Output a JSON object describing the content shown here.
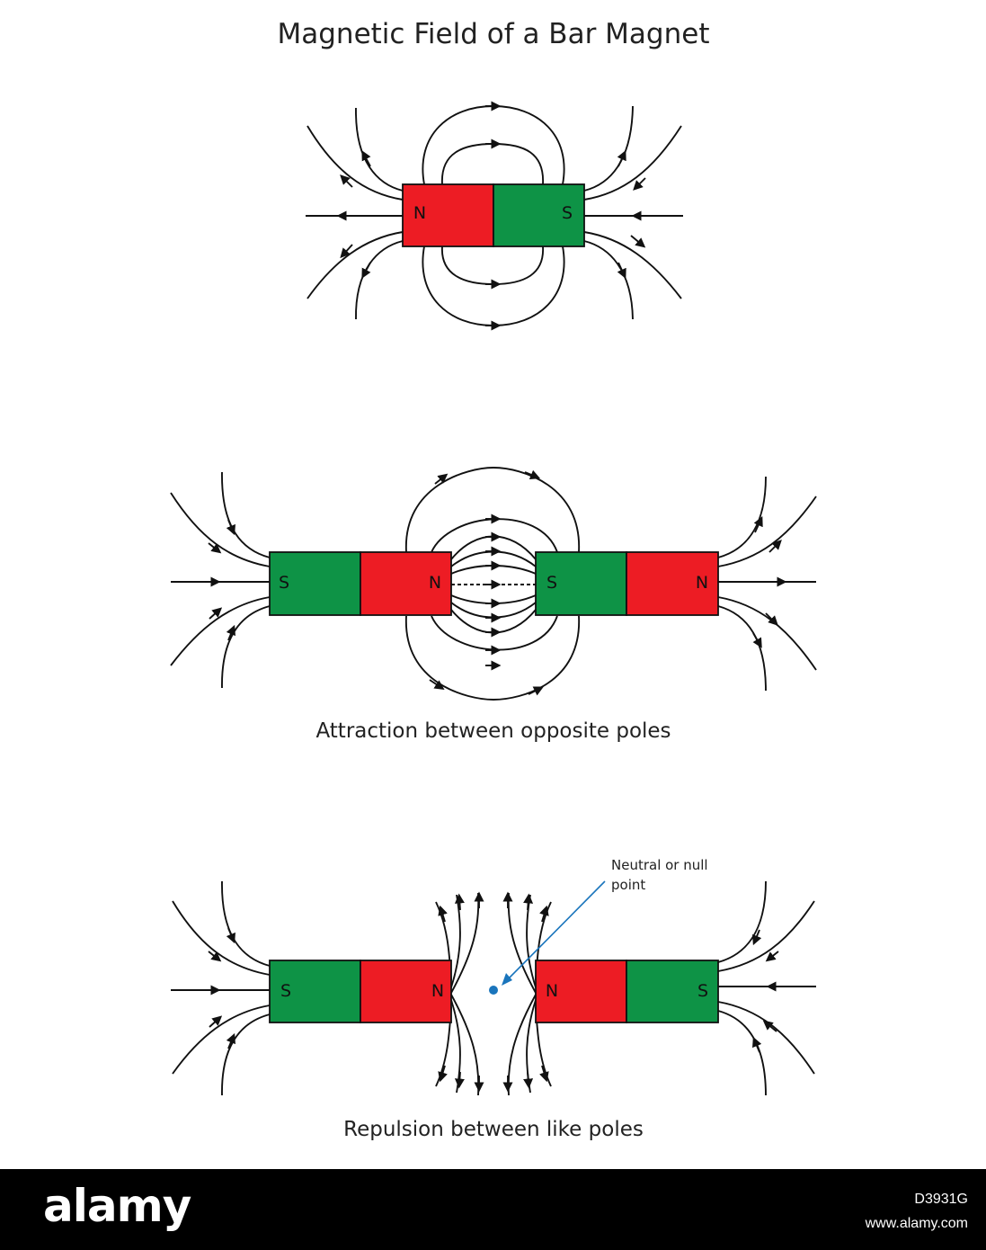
{
  "title": "Magnetic Field of a Bar Magnet",
  "colors": {
    "north": "#ED1C24",
    "south": "#0E9346",
    "null_point": "#1A75BC",
    "line": "#111111"
  },
  "diagram_single": {
    "labels": {
      "left": "N",
      "right": "S"
    }
  },
  "diagram_attraction": {
    "magnet1": {
      "left": "S",
      "right": "N"
    },
    "magnet2": {
      "left": "S",
      "right": "N"
    },
    "caption": "Attraction between opposite poles"
  },
  "diagram_repulsion": {
    "magnet1": {
      "left": "S",
      "right": "N"
    },
    "magnet2": {
      "left": "N",
      "right": "S"
    },
    "null_label_line1": "Neutral or null",
    "null_label_line2": "point",
    "caption": "Repulsion between like poles"
  },
  "footer": {
    "logo": "alamy",
    "image_id": "D3931G",
    "site": "www.alamy.com"
  }
}
